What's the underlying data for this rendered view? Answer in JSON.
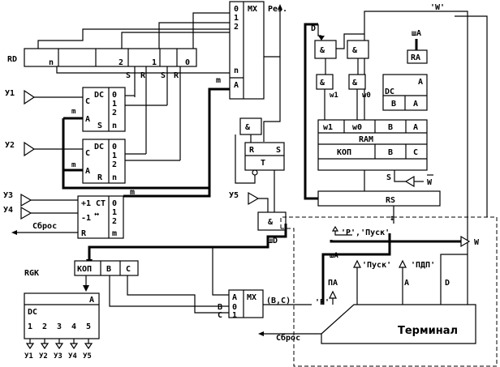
{
  "mux_top": {
    "label": "MX",
    "inputs": [
      "0",
      "1",
      "2",
      "n"
    ],
    "addr": "A"
  },
  "rd_register": {
    "name": "RD",
    "cells": [
      "n",
      "2",
      "1",
      "0"
    ]
  },
  "rd_bits_labels": [
    "S",
    "R",
    "S",
    "R"
  ],
  "wire_labels": {
    "res": "Рез.",
    "w": "'W'",
    "d": "D",
    "shA": "шA",
    "m_top": "m",
    "m_ct": "m",
    "w1": "w1",
    "w0": "w0",
    "shD": "шD",
    "shA2": "шA",
    "pa": "ПА",
    "a": "А"
  },
  "dc1": {
    "label": "DC",
    "in_c": "C",
    "in_a": "A",
    "outs": [
      "0",
      "1",
      "2"
    ],
    "out_n": "n",
    "bot_left": "S",
    "m": "m"
  },
  "dc2": {
    "label": "DC",
    "in_c": "C",
    "in_a": "A",
    "outs": [
      "0",
      "1",
      "2"
    ],
    "out_n": "n",
    "bot_left": "R",
    "m": "m"
  },
  "inputs": {
    "y1": "У1",
    "y2": "У2",
    "y3": "У3",
    "y4": "У4",
    "y5": "У5"
  },
  "counter": {
    "label": "CT",
    "inc": "+1",
    "dec": "-1",
    "reset": "R",
    "outs": [
      "0",
      "1",
      "2"
    ],
    "out_m": "m"
  },
  "reset_label": "Сброс",
  "gates": {
    "and": "&"
  },
  "trigger": {
    "r": "R",
    "s": "S",
    "t": "T"
  },
  "ra": {
    "label": "RA"
  },
  "ram_dc": {
    "label": "DC",
    "addr": "A",
    "b": "B",
    "a": "A"
  },
  "ram": {
    "label": "RAM",
    "row1": [
      "w1",
      "w0",
      "B",
      "A"
    ],
    "row3": [
      "КОП",
      "B",
      "C"
    ],
    "s": "S",
    "wbar": "W"
  },
  "rs": {
    "label": "RS"
  },
  "terminal_msgs": {
    "p_pusk": "'P','Пуск'",
    "w": "W",
    "pusk": "'Пуск'",
    "pdp": "'ПДП'",
    "p": "'P'",
    "bc": "(B,C)"
  },
  "rgk": {
    "name": "RGK",
    "cells": [
      "КОП",
      "B",
      "C"
    ]
  },
  "mux_bot": {
    "label": "MX",
    "a": "A",
    "b": "B",
    "c": "C",
    "inputs": [
      "0",
      "1"
    ]
  },
  "bot_dc": {
    "label": "DC",
    "addr": "A",
    "outs": [
      "1",
      "2",
      "3",
      "4",
      "5"
    ],
    "ys": [
      "У1",
      "У2",
      "У3",
      "У4",
      "У5"
    ]
  },
  "terminal": {
    "label": "Терминал",
    "reset": "Сброс"
  }
}
